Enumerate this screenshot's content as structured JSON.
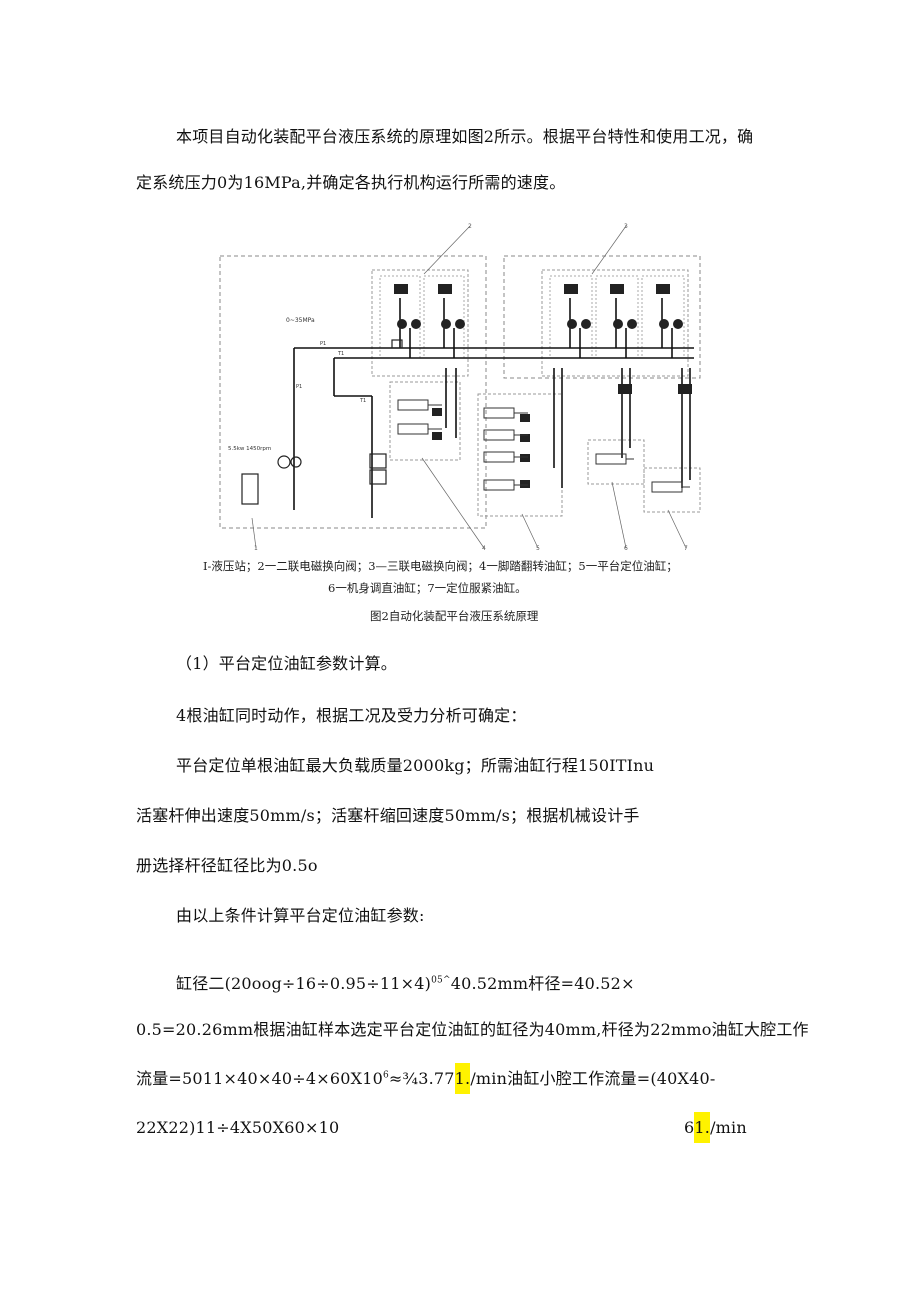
{
  "intro": {
    "line1": "本项目自动化装配平台液压系统的原理如图2所示。根据平台特性和使用工况，确",
    "line2": "定系统压力0为16MPa,并确定各执行机构运行所需的速度。"
  },
  "figure": {
    "pressure_label": "0~35MPa",
    "line_labels": [
      "P1",
      "T1",
      "P1",
      "T1"
    ],
    "motor_label": "5.5kw  1450rpm",
    "callout_numbers": [
      "1",
      "2",
      "3",
      "4",
      "5",
      "6",
      "7"
    ],
    "caption_line1": "I-液压站；2一二联电磁换向阀；3—三联电磁换向阀；4一脚踏翻转油缸；5一平台定位油缸；",
    "caption_line2": "6一机身调直油缸；7一定位服紧油缸。",
    "title": "图2自动化装配平台液压系统原理"
  },
  "body": {
    "heading1": "（1）平台定位油缸参数计算。",
    "para1": "4根油缸同时动作，根据工况及受力分析可确定：",
    "para2a": "平台定位单根油缸最大负载质量2000kg；所需油缸行程150ITInu",
    "para2b": "活塞杆伸出速度50mm/s；活塞杆缩回速度50mm/s；根据机械设计手",
    "para2c": "册选择杆径缸径比为0.5o",
    "para3": "由以上条件计算平台定位油缸参数:",
    "f1_a": "缸径二(20oog÷16÷0.95÷11×4)",
    "f1_sup": "05^",
    "f1_b": "40.52mm杆径=40.52×",
    "f2": "0.5=20.26mm根据油缸样本选定平台定位油缸的缸径为40mm,杆径为22mmo油缸大腔工作",
    "f3_a": "流量=5011×40×40÷4×60X10",
    "f3_sup": "6",
    "f3_b": "≈¾3.77",
    "f3_hl": "1.",
    "f3_c": "/min油缸小腔工作流量=(40X40-",
    "f4_a": "22X22)11÷4X50X60×10",
    "f4_b": "6",
    "f4_hl": "1.",
    "f4_c": "/min"
  }
}
